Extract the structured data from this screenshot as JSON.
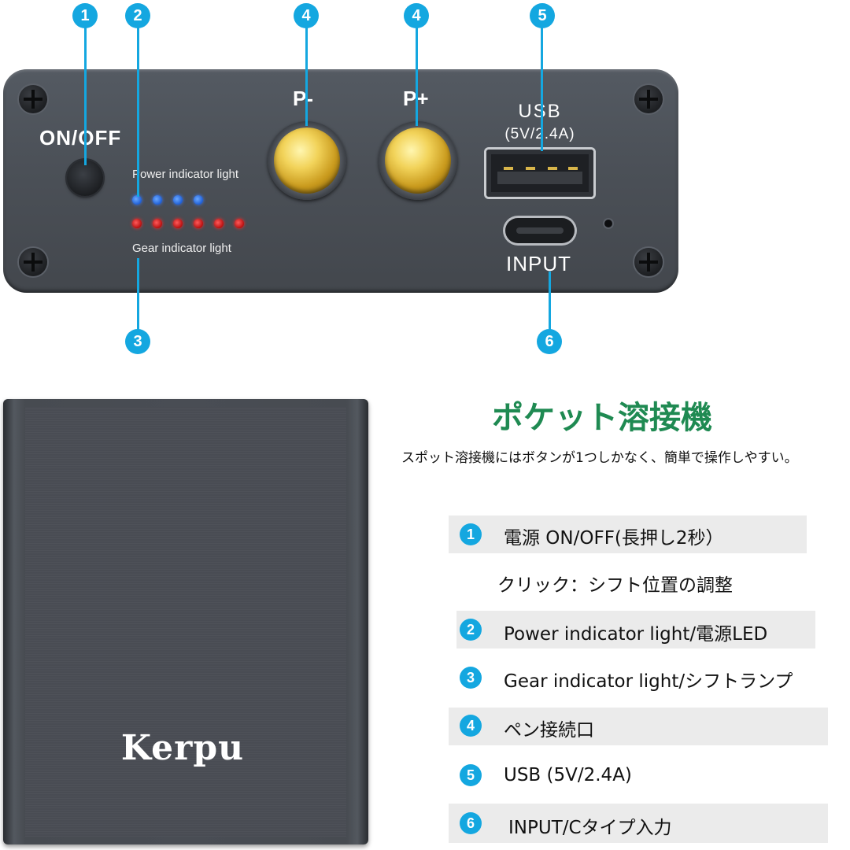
{
  "panel": {
    "on_off_label": "ON/OFF",
    "power_indicator_label": "Power indicator light",
    "gear_indicator_label": "Gear indicator light",
    "p_minus_label": "P-",
    "p_plus_label": "P+",
    "usb_label": "USB",
    "usb_spec_label": "(5V/2.4A)",
    "input_label": "INPUT",
    "blue_led_count": 4,
    "red_led_count": 6,
    "colors": {
      "blue_led": "#2a6be0",
      "red_led": "#d01818",
      "callout": "#14a7e0"
    }
  },
  "callouts": [
    "1",
    "2",
    "3",
    "4",
    "4",
    "5",
    "6"
  ],
  "device": {
    "brand": "Kerpu"
  },
  "info": {
    "title": "ポケット溶接機",
    "subtitle": "スポット溶接機にはボタンが1つしかなく、簡単で操作しやすい。",
    "items": [
      {
        "num": "1",
        "text": "電源 ON/OFF(長押し2秒）"
      },
      {
        "num": "",
        "text": "クリック：シフト位置の調整"
      },
      {
        "num": "2",
        "text": "Power indicator light/電源LED"
      },
      {
        "num": "3",
        "text": "Gear indicator light/シフトランプ"
      },
      {
        "num": "4",
        "text": "ペン接続口"
      },
      {
        "num": "5",
        "text": "USB (5V/2.4A)"
      },
      {
        "num": "6",
        "text": "INPUT/Cタイプ入力"
      }
    ],
    "colors": {
      "title": "#1f8a52",
      "row_background": "#ebebeb"
    }
  }
}
